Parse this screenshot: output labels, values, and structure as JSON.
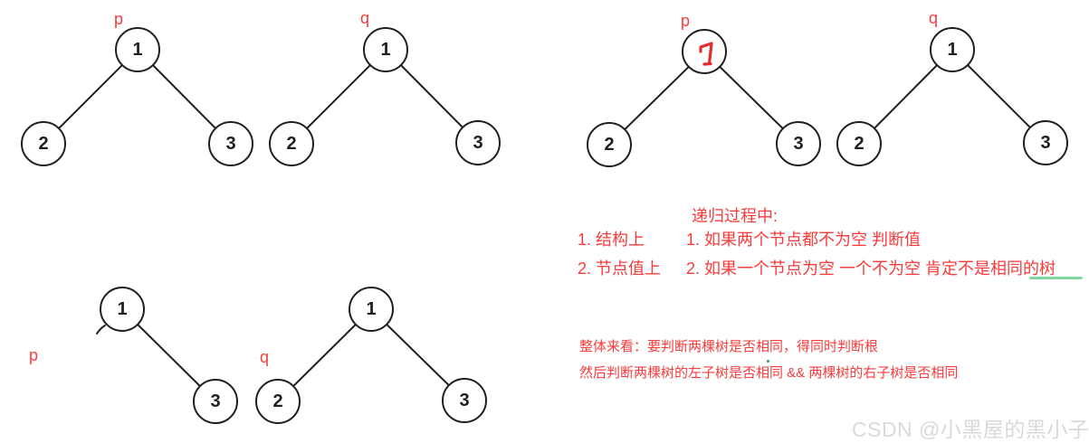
{
  "colors": {
    "background": "#ffffff",
    "ink": "#1f1f1f",
    "annotation_red": "#fa3b3b",
    "handwritten_red": "#e52b2b",
    "underline_green": "#7fd69e",
    "watermark_gray": "#d9d9d9"
  },
  "trees": [
    {
      "name": "top-left-p",
      "label": "p",
      "nodes": [
        {
          "value": "1"
        },
        {
          "value": "2"
        },
        {
          "value": "3"
        }
      ]
    },
    {
      "name": "top-left-q",
      "label": "q",
      "nodes": [
        {
          "value": "1"
        },
        {
          "value": "2"
        },
        {
          "value": "3"
        }
      ]
    },
    {
      "name": "top-right-p",
      "label": "p",
      "nodes": [
        {
          "value": "",
          "annotation": "handwritten red 7 drawn over root"
        },
        {
          "value": "2"
        },
        {
          "value": "3"
        }
      ]
    },
    {
      "name": "top-right-q",
      "label": "q",
      "nodes": [
        {
          "value": "1"
        },
        {
          "value": "2"
        },
        {
          "value": "3"
        }
      ]
    },
    {
      "name": "bottom-p",
      "label": "p",
      "nodes": [
        {
          "value": "1"
        },
        {
          "value": "3"
        }
      ]
    },
    {
      "name": "bottom-q",
      "label": "q",
      "nodes": [
        {
          "value": "1"
        },
        {
          "value": "2"
        },
        {
          "value": "3"
        }
      ]
    }
  ],
  "annotations": {
    "recursion_title": "递归过程中:",
    "aspect_items": [
      "1. 结构上",
      "2. 节点值上"
    ],
    "recursion_items": [
      "1. 如果两个节点都不为空 判断值",
      "2. 如果一个节点为空 一个不为空 肯定不是相同的树"
    ],
    "summary_lines": [
      "整体来看：要判断两棵树是否相同，得同时判断根",
      "然后判断两棵树的左子树是否相同 && 两棵树的右子树是否相同"
    ]
  },
  "watermark": {
    "text": "CSDN @小黑屋的黑小子"
  }
}
